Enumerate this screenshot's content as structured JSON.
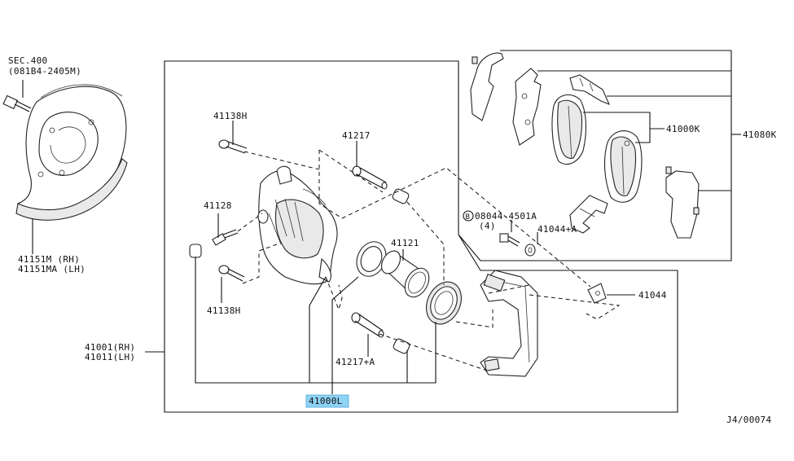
{
  "diagram": {
    "sec_ref": {
      "line1": "SEC.400",
      "line2": "(081B4-2405M)"
    },
    "labels": {
      "p41151m": "41151M  (RH)",
      "p41151ma": "41151MA (LH)",
      "p41001": "41001(RH)",
      "p41011": "41011(LH)",
      "p41138h_top": "41138H",
      "p41138h_bottom": "41138H",
      "p41217": "41217",
      "p41128": "41128",
      "p41121": "41121",
      "p41217a": "41217+A",
      "p41000l": "41000L",
      "p08044_num": "08044-4501A",
      "p08044_badge": "B",
      "p08044_qty": "(4)",
      "p41044a": "41044+A",
      "p41044": "41044",
      "p41000k": "41000K",
      "p41080k": "41080K"
    },
    "figure_id": "J4/00074",
    "highlight_color": "#8fd3f5"
  }
}
